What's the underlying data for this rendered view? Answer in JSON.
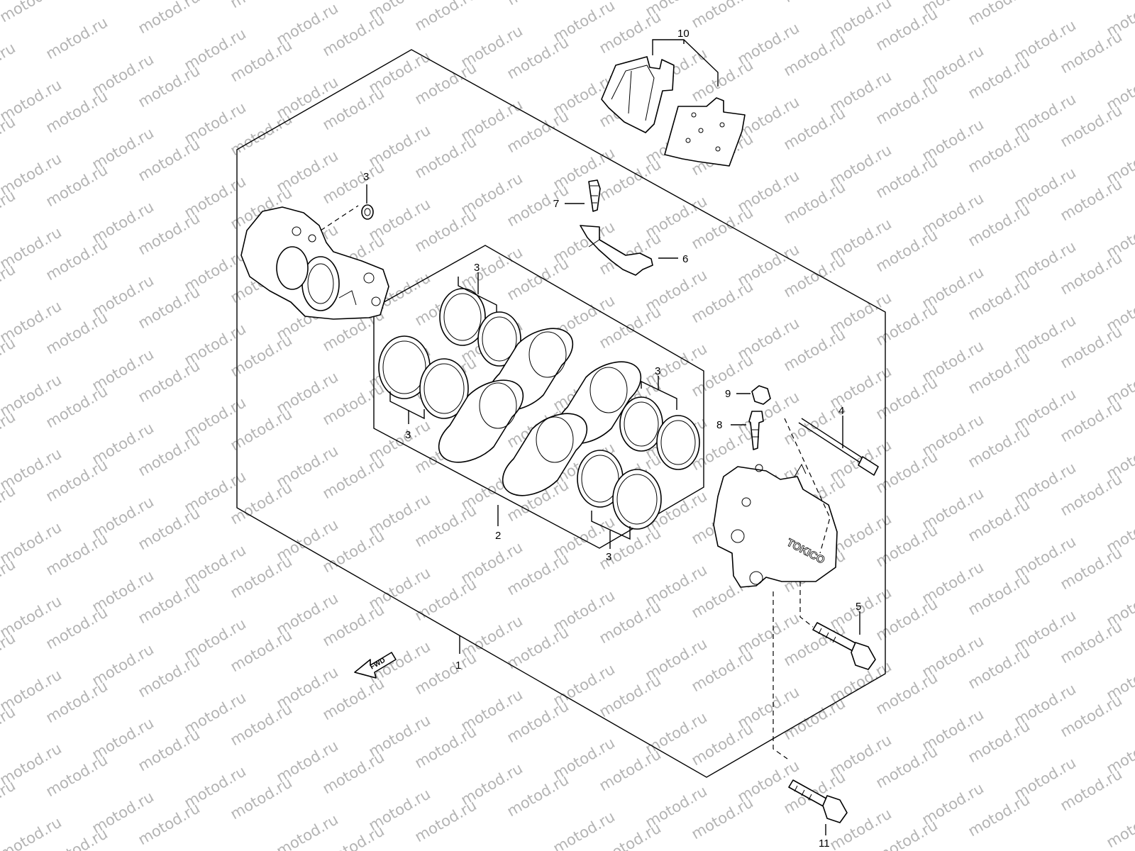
{
  "watermark": "motod.ru",
  "callouts": {
    "c1": "1",
    "c2": "2",
    "c3_caliper": "3",
    "c3_top": "3",
    "c3_left": "3",
    "c3_right_top": "3",
    "c3_bottom": "3",
    "c4": "4",
    "c5": "5",
    "c6": "6",
    "c7": "7",
    "c8": "8",
    "c9": "9",
    "c10": "10",
    "c11": "11"
  },
  "fwd_label": "FWD",
  "caliper_brand": "TOKICO",
  "colors": {
    "line": "#000000",
    "watermark": "#b4b4b4",
    "background": "#ffffff"
  }
}
